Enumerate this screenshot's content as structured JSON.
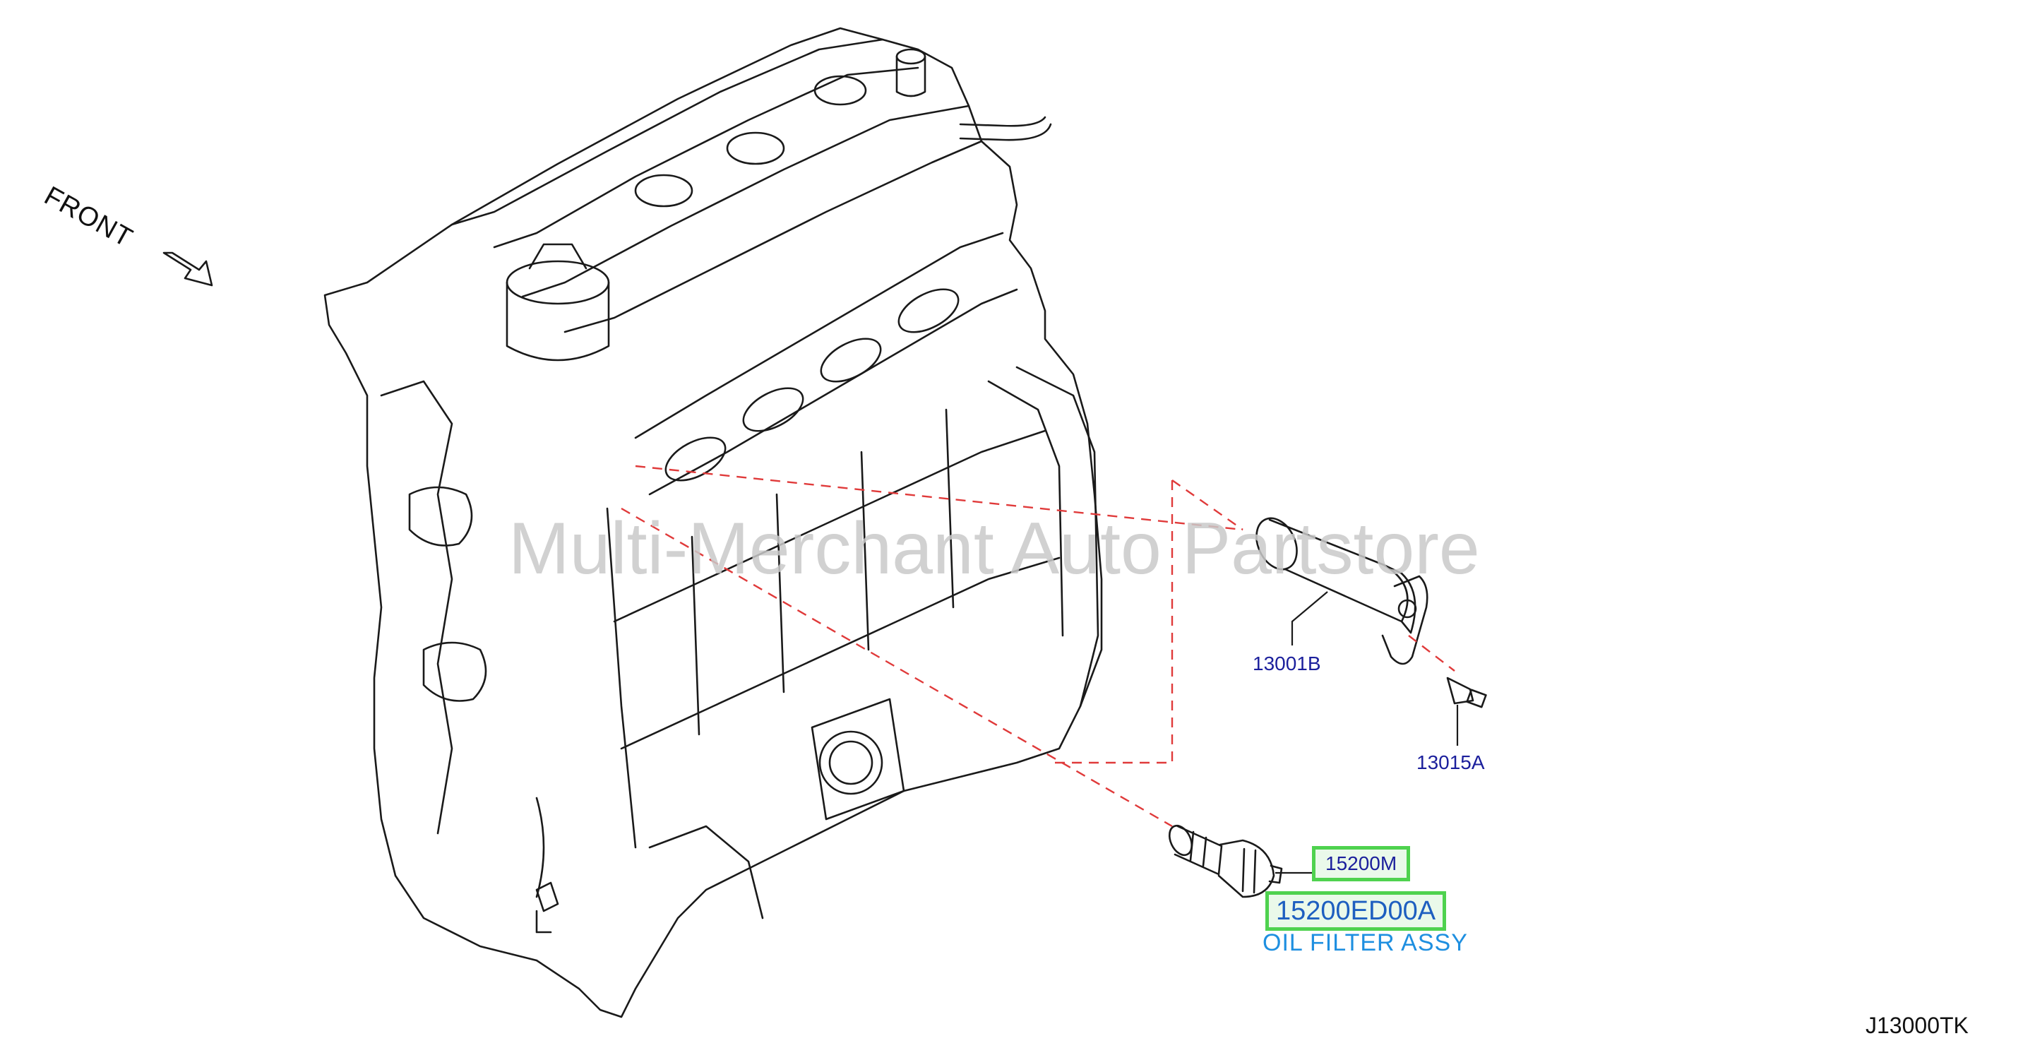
{
  "watermark": "Multi-Merchant Auto Partstore",
  "front_label": "FRONT",
  "parts": {
    "p1": "13001B",
    "p2": "13015A",
    "p3": "15200M",
    "p4": "15200ED00A"
  },
  "description": "OIL FILTER ASSY",
  "diagram_code": "J13000TK",
  "colors": {
    "highlight_border": "#4fd24f",
    "part_text": "#1b1f9c",
    "description_text": "#1e8fe0",
    "leader_dash": "#e03a3a"
  }
}
